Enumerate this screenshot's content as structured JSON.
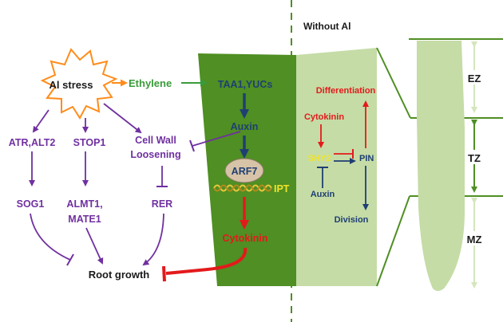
{
  "header": {
    "without_al": "Without  Al"
  },
  "left": {
    "stress": "Al stress",
    "ethylene": "Ethylene",
    "atr": "ATR,ALT2",
    "stop1": "STOP1",
    "cellwall_1": "Cell Wall",
    "cellwall_2": "Loosening",
    "sog1": "SOG1",
    "almt_1": "ALMT1,",
    "almt_2": "MATE1",
    "rer": "RER",
    "root_growth": "Root growth"
  },
  "center": {
    "taa1": "TAA1,YUCs",
    "auxin": "Auxin",
    "arf7": "ARF7",
    "ipt": "IPT",
    "cytokinin": "Cytokinin"
  },
  "right_panel": {
    "differentiation": "Differentiation",
    "cytokinin": "Cytokinin",
    "shy2": "SHY2",
    "pin": "PIN",
    "auxin": "Auxin",
    "division": "Division"
  },
  "zones": {
    "ez": "EZ",
    "tz": "TZ",
    "mz": "MZ"
  },
  "colors": {
    "purple": "#7030a0",
    "green_arrow": "#3a9b3a",
    "dark_green": "#4f8f23",
    "light_green": "#c5dca6",
    "navy": "#1f3f73",
    "red": "#e31a1c",
    "yellow": "#f2e32a",
    "orange": "#ff8c1a"
  }
}
